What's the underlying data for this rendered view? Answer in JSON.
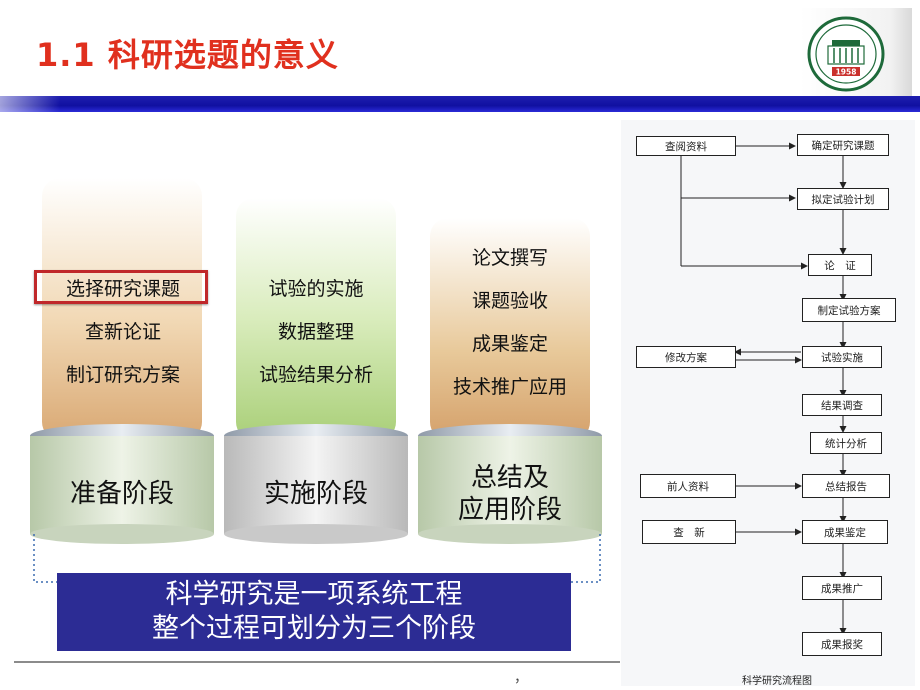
{
  "title": "1.1 科研选题的意义",
  "logo": {
    "year": "1958",
    "ring_text": "TARIM UNIVERSITY",
    "top_text": "塔 里 木 大 学"
  },
  "stages": [
    {
      "label_lines": [
        "准备阶段"
      ],
      "items": [
        "选择研究课题",
        "查新论证",
        "制订研究方案"
      ]
    },
    {
      "label_lines": [
        "实施阶段"
      ],
      "items": [
        "试验的实施",
        "数据整理",
        "试验结果分析"
      ]
    },
    {
      "label_lines": [
        "总结及",
        "应用阶段"
      ],
      "items": [
        "论文撰写",
        "课题验收",
        "成果鉴定",
        "技术推广应用"
      ]
    }
  ],
  "summary": {
    "line1": "科学研究是一项系统工程",
    "line2": "整个过程可划分为三个阶段"
  },
  "flowchart": {
    "nodes": {
      "lookup": "查阅资料",
      "topic": "确定研究课题",
      "plan": "拟定试验计划",
      "argue": "论　证",
      "scheme": "制定试验方案",
      "revise": "修改方案",
      "run": "试验实施",
      "survey": "结果调查",
      "stats": "统计分析",
      "prior": "前人资料",
      "report": "总结报告",
      "novelty": "查　新",
      "appraise": "成果鉴定",
      "promote": "成果推广",
      "award": "成果报奖"
    },
    "caption": "科学研究流程图"
  },
  "page_mark": "，",
  "colors": {
    "title": "#e0301e",
    "bar": "#1a1aa8",
    "summary_bg": "#2c2c94",
    "highlight": "#c0282a"
  }
}
